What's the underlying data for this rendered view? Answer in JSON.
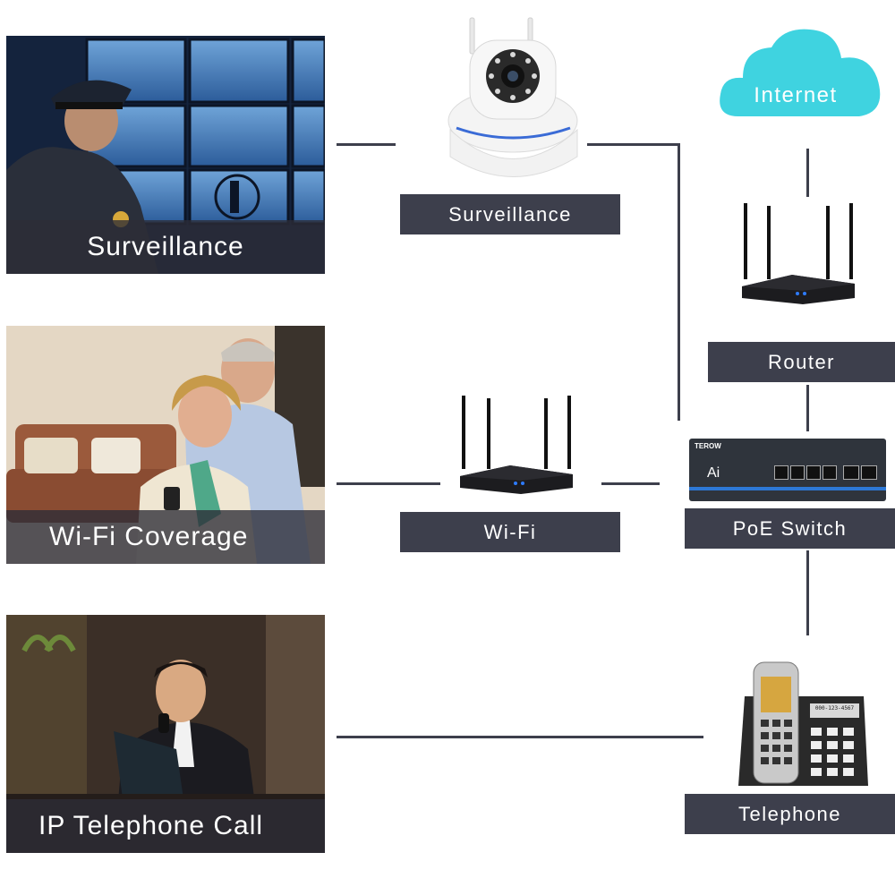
{
  "photos": {
    "surveillance": "Surveillance",
    "wifi": "Wi-Fi Coverage",
    "telephone": "IP Telephone Call"
  },
  "devices": {
    "camera": "Surveillance",
    "wifi_router": "Wi-Fi",
    "router": "Router",
    "poe_switch": "PoE Switch",
    "telephone": "Telephone"
  },
  "cloud": {
    "label": "Internet"
  },
  "switch_face": {
    "brand": "TEROW",
    "model": "Ai"
  },
  "phone_display": "000-123-4567",
  "colors": {
    "label_bg": "#3d3f4c",
    "cloud": "#3fd3e0",
    "line": "#3d3f4c"
  }
}
